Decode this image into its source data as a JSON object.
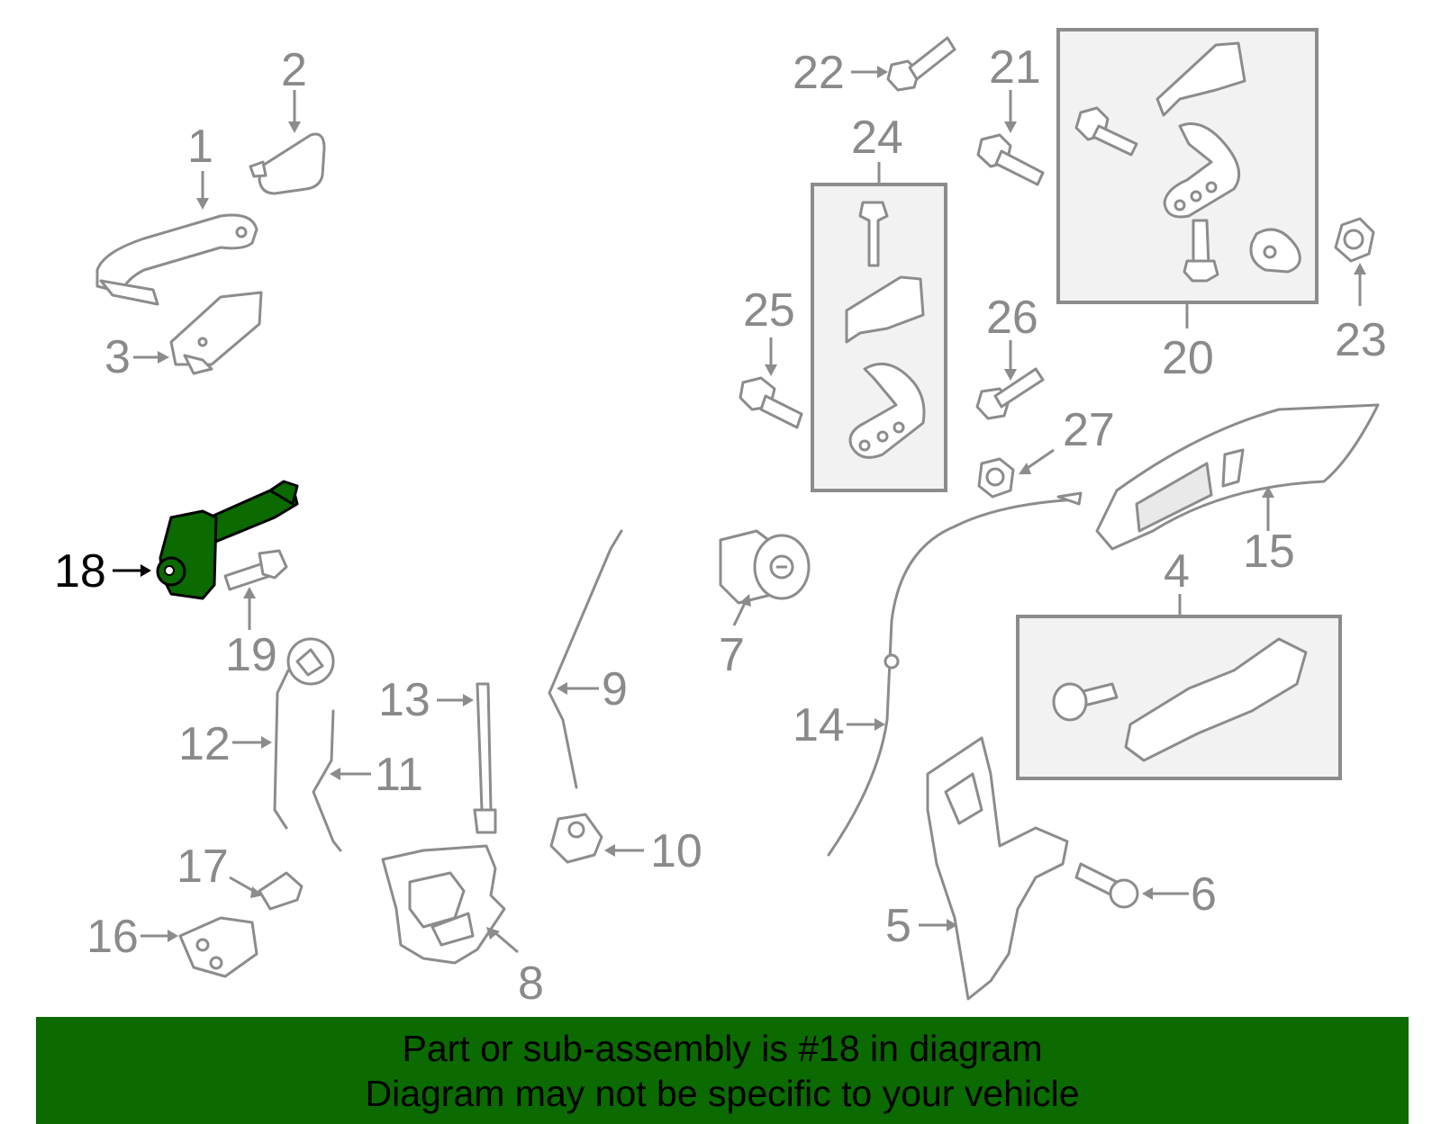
{
  "highlight": {
    "part_number": "18",
    "color": "#0b6a00"
  },
  "callouts": {
    "c1": "1",
    "c2": "2",
    "c3": "3",
    "c4": "4",
    "c5": "5",
    "c6": "6",
    "c7": "7",
    "c8": "8",
    "c9": "9",
    "c10": "10",
    "c11": "11",
    "c12": "12",
    "c13": "13",
    "c14": "14",
    "c15": "15",
    "c16": "16",
    "c17": "17",
    "c18": "18",
    "c19": "19",
    "c20": "20",
    "c21": "21",
    "c22": "22",
    "c23": "23",
    "c24": "24",
    "c25": "25",
    "c26": "26",
    "c27": "27"
  },
  "banner": {
    "line1": "Part or sub-assembly is #18 in diagram",
    "line2": "Diagram may not be specific to your vehicle",
    "background": "#0b6a00"
  }
}
